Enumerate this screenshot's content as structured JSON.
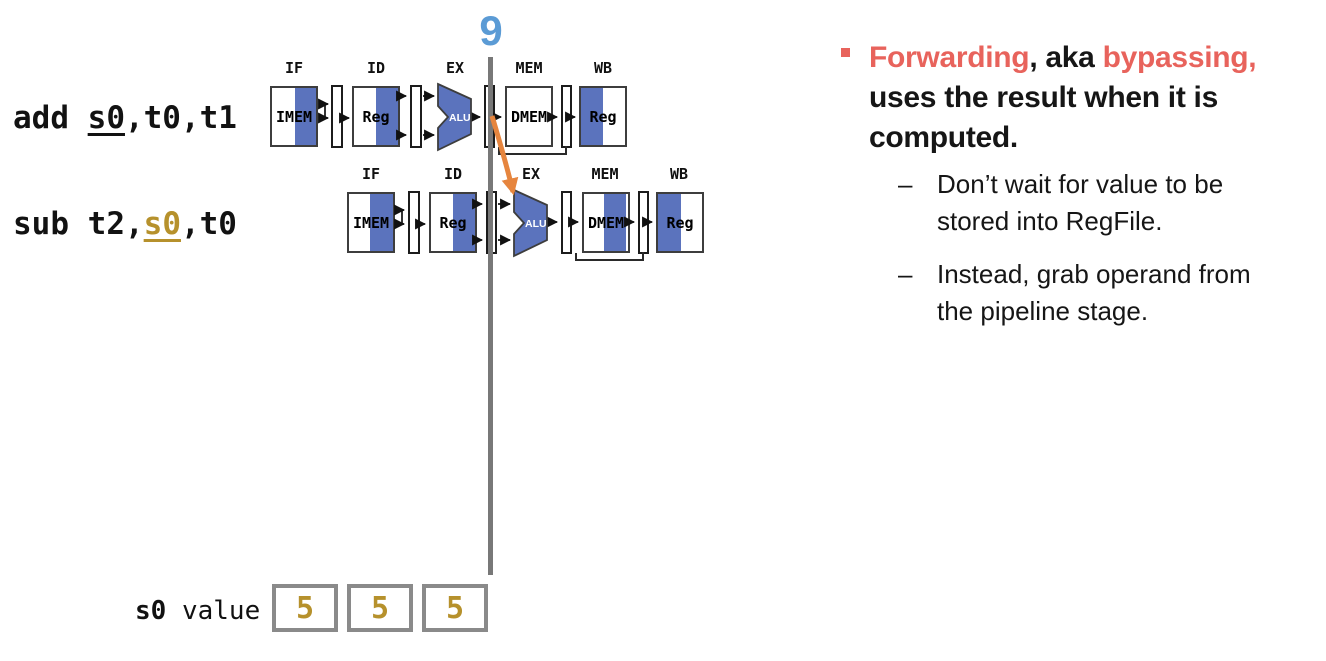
{
  "cycle": {
    "number": "9"
  },
  "instructions": [
    {
      "pre": "add ",
      "reg": "s0",
      "post": ",t0,t1"
    },
    {
      "pre": "sub t2,",
      "reg": "s0",
      "post": ",t0"
    }
  ],
  "pipeline": {
    "row1": {
      "stages": [
        "IF",
        "ID",
        "EX",
        "MEM",
        "WB"
      ],
      "imem": "IMEM",
      "id_reg": "Reg",
      "alu": "ALU",
      "dmem": "DMEM",
      "wb_reg": "Reg"
    },
    "row2": {
      "stages": [
        "IF",
        "ID",
        "EX",
        "MEM",
        "WB"
      ],
      "imem": "IMEM",
      "id_reg": "Reg",
      "alu": "ALU",
      "dmem": "DMEM",
      "wb_reg": "Reg"
    }
  },
  "notes": {
    "bullet": {
      "term1": "Forwarding",
      "mid": ", aka ",
      "term2": "bypassing",
      "comma": ",",
      "line2": "uses the result when it is",
      "line3": "computed."
    },
    "sub_bullets": [
      {
        "dash": "–",
        "line1": "Don’t wait for value to be",
        "line2": "stored into RegFile."
      },
      {
        "dash": "–",
        "line1": "Instead, grab operand from",
        "line2": "the pipeline stage."
      }
    ]
  },
  "s0_panel": {
    "reg": "s0",
    "label": " value",
    "values": [
      "5",
      "5",
      "5"
    ]
  },
  "colors": {
    "unit_blue": "#5b73bd",
    "cycle_blue": "#5b9bd5",
    "highlight_red": "#e8635c",
    "gold": "#b6912c",
    "forward_orange": "#e6853e",
    "timeline_gray": "#787878"
  }
}
